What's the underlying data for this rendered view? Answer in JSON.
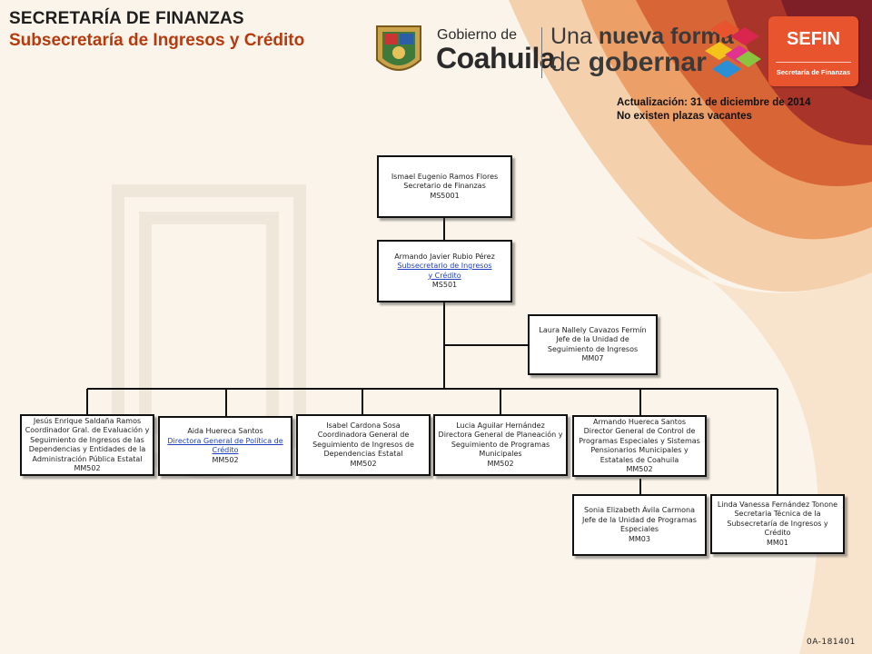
{
  "header": {
    "title": "SECRETARÍA DE FINANZAS",
    "subtitle": "Subsecretaría de Ingresos y Crédito"
  },
  "logos": {
    "gobierno_small": "Gobierno de",
    "gobierno_big": "Coahuila",
    "slogan_pre": "Una ",
    "slogan_bold1": "nueva forma",
    "slogan_line2_pre": "de ",
    "slogan_bold2": "gobernar",
    "sefin_title": "SEFIN",
    "sefin_sub": "Secretaría de Finanzas"
  },
  "update": {
    "line1": "Actualización: 31  de diciembre de 2014",
    "line2": "No existen plazas vacantes"
  },
  "code": "0A-181401",
  "colors": {
    "accent": "#b63a0e",
    "link": "#1f3fbf",
    "sefin": "#e8542d"
  },
  "boxes": {
    "secretario": {
      "name": "Ismael Eugenio Ramos Flores",
      "title": "Secretario de Finanzas",
      "code": "MS5001"
    },
    "subsecretario": {
      "name": "Armando Javier Rubio Pérez",
      "title_l1": "Subsecretario de Ingresos",
      "title_l2": "y Crédito",
      "code": "MS501"
    },
    "seguimiento": {
      "name": "Laura Nallely Cavazos Fermín",
      "title": "Jefe de la Unidad de Seguimiento de Ingresos",
      "code": "MM07"
    },
    "evaluacion": {
      "name": "Jesús Enrique Saldaña Ramos",
      "title": "Coordinador Gral. de Evaluación y Seguimiento de Ingresos de las Dependencias y Entidades de la Administración Pública Estatal",
      "code": "MM502"
    },
    "credito": {
      "name": "Aida Huereca Santos",
      "title": "Directora General de Política de Crédito",
      "code": "MM502"
    },
    "dependencias": {
      "name": "Isabel Cardona Sosa",
      "title": "Coordinadora General de Seguimiento de Ingresos de Dependencias Estatal",
      "code": "MM502"
    },
    "planeacion": {
      "name": "Lucia Aguilar Hernández",
      "title": "Directora General de Planeación y Seguimiento de Programas Municipales",
      "code": "MM502"
    },
    "control": {
      "name": "Armando Huereca Santos",
      "title": "Director General de Control de Programas Especiales y Sistemas Pensionarios Municipales y Estatales de Coahuila",
      "code": "MM502"
    },
    "especiales": {
      "name": "Sonia Elizabeth Ávila Carmona",
      "title": "Jefe de la Unidad de Programas Especiales",
      "code": "MM03"
    },
    "tecnica": {
      "name": "Linda Vanessa Fernández Tonone",
      "title": "Secretaria Técnica de la Subsecretaría de Ingresos y Crédito",
      "code": "MM01"
    }
  }
}
